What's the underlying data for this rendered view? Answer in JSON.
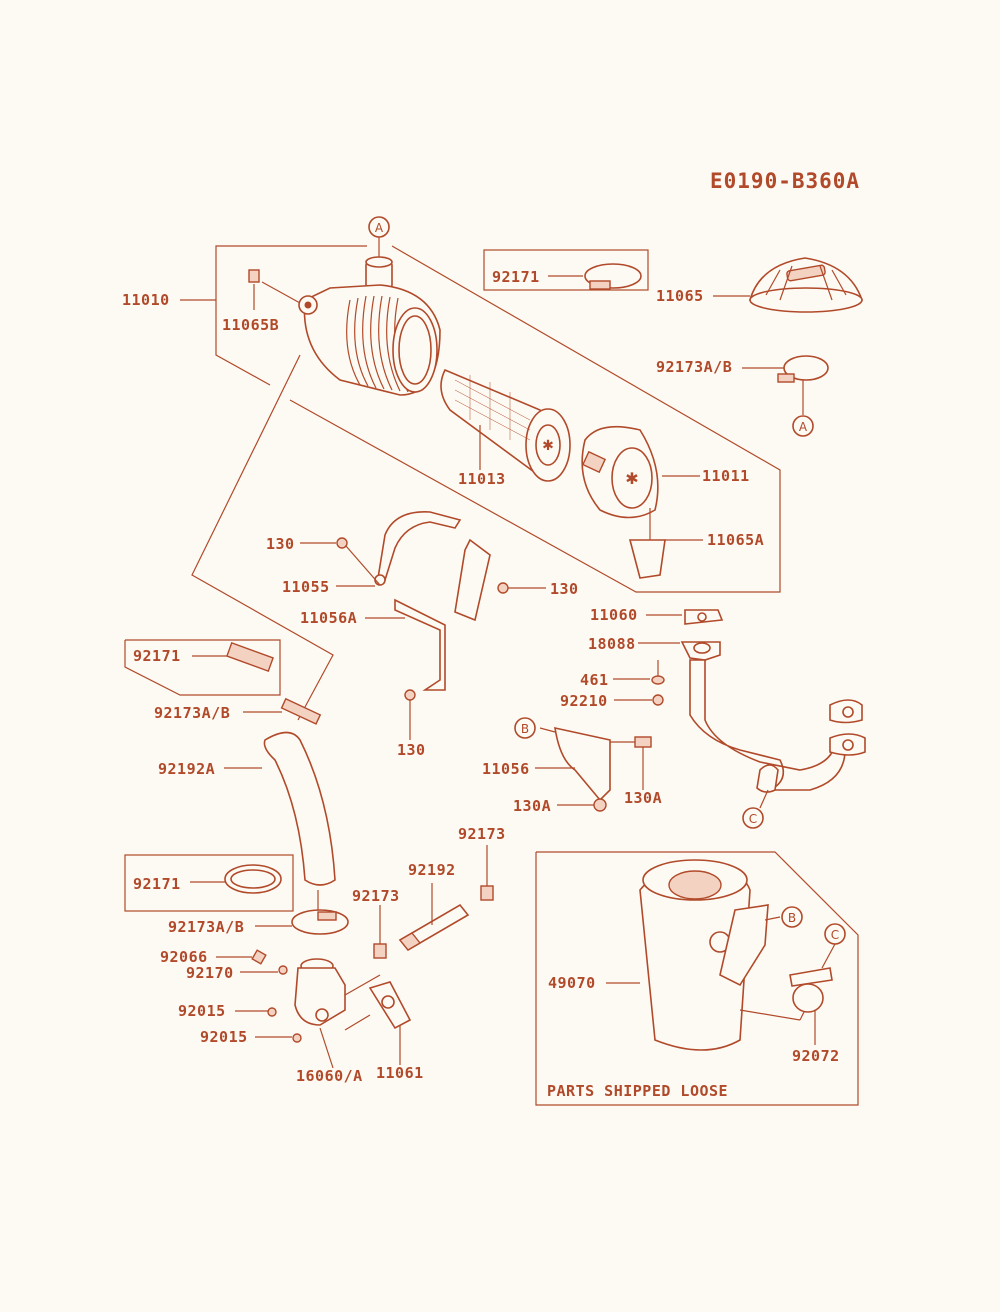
{
  "diagram_code": "E0190-B360A",
  "note": "PARTS SHIPPED LOOSE",
  "callouts": [
    "A",
    "B",
    "C"
  ],
  "parts": {
    "p11010": "11010",
    "p11065B": "11065B",
    "p92171_top": "92171",
    "p11065": "11065",
    "p92173AB_top": "92173A/B",
    "p11013": "11013",
    "p11011": "11011",
    "p11065A": "11065A",
    "p130_a": "130",
    "p11055": "11055",
    "p130_b": "130",
    "p11056A": "11056A",
    "p130_c": "130",
    "p11060": "11060",
    "p18088": "18088",
    "p461": "461",
    "p92210": "92210",
    "p11056": "11056",
    "p130A_a": "130A",
    "p130A_b": "130A",
    "p92171_mid": "92171",
    "p92173AB_mid": "92173A/B",
    "p92192A": "92192A",
    "p92173_a": "92173",
    "p92192": "92192",
    "p92173_b": "92173",
    "p92171_low": "92171",
    "p92173AB_low": "92173A/B",
    "p92066": "92066",
    "p92170": "92170",
    "p92015_a": "92015",
    "p92015_b": "92015",
    "p16060A": "16060/A",
    "p11061": "11061",
    "p49070": "49070",
    "p92072": "92072"
  }
}
